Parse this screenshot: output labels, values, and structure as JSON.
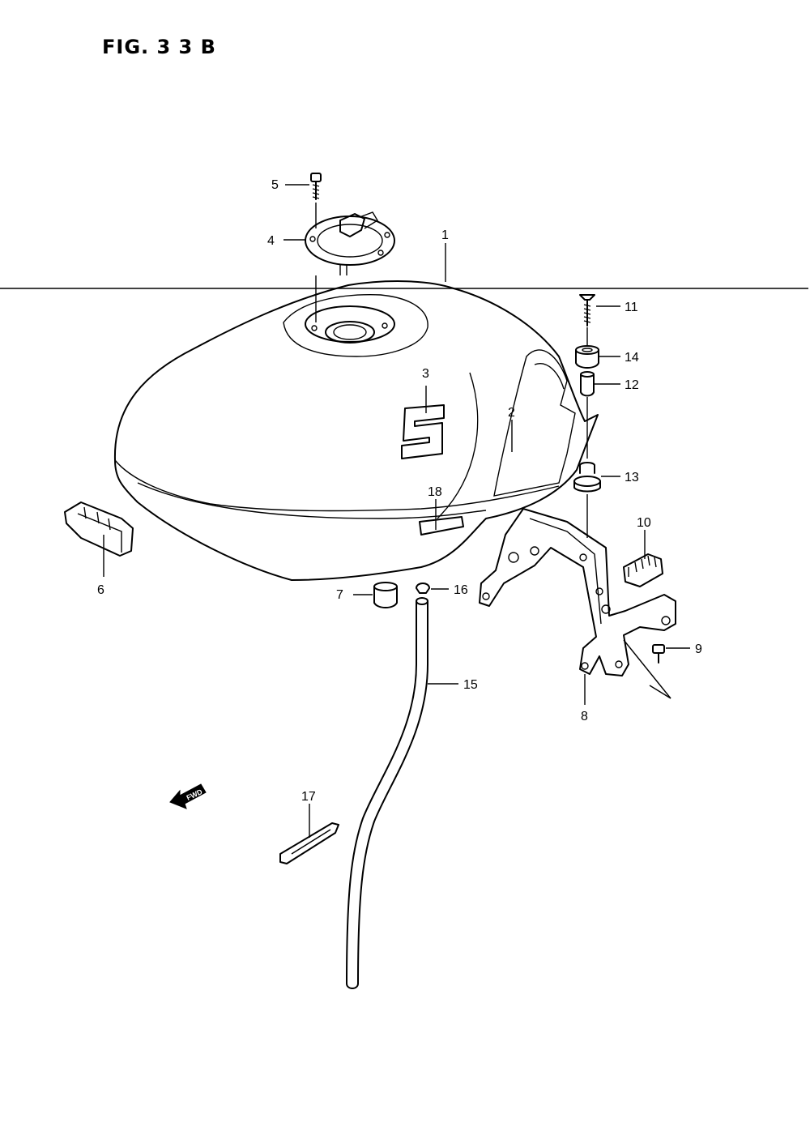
{
  "figure": {
    "title": "FIG. 3 3 B"
  },
  "fwd_label": "FWD",
  "callouts": {
    "c1": "1",
    "c2": "2",
    "c3": "3",
    "c4": "4",
    "c5": "5",
    "c6": "6",
    "c7": "7",
    "c8": "8",
    "c9": "9",
    "c10": "10",
    "c11": "11",
    "c12": "12",
    "c13": "13",
    "c14": "14",
    "c15": "15",
    "c16": "16",
    "c17": "17",
    "c18": "18"
  }
}
